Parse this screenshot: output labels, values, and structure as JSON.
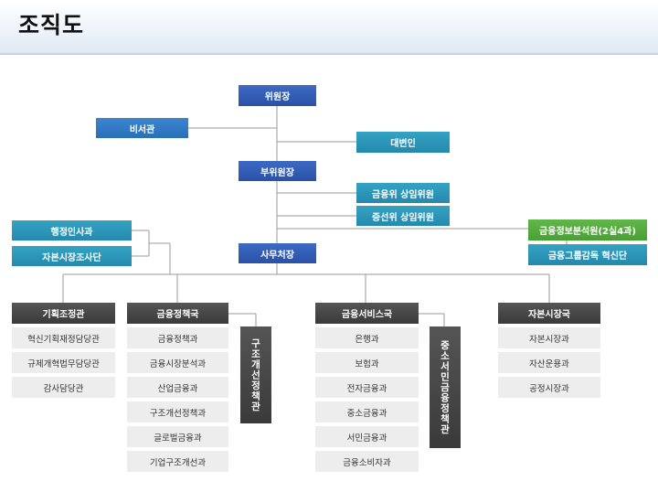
{
  "title": "조직도",
  "top": {
    "chairman": "위원장",
    "secretary": "비서관",
    "spokesperson": "대변인",
    "vice_chairman": "부위원장",
    "fsc_commissioner": "금융위 상임위원",
    "sfc_commissioner": "증선위 상임위원",
    "fiu": "금융정보분석원(2실4과)",
    "group_supervision": "금융그룹감독 혁신단",
    "audit": "행정인사과",
    "capital_investigation": "자본시장조사단",
    "secretary_general": "사무처장"
  },
  "bureaus": [
    {
      "name": "기획조정관",
      "units": [
        "혁신기획재정담당관",
        "규제개혁법무담당관",
        "감사담당관"
      ]
    },
    {
      "name": "금융정책국",
      "units": [
        "금융정책과",
        "금융시장분석과",
        "산업금융과",
        "구조개선정책과",
        "글로벌금융과",
        "기업구조개선과"
      ]
    },
    {
      "name": "금융서비스국",
      "units": [
        "은행과",
        "보험과",
        "전자금융과",
        "중소금융과",
        "서민금융과",
        "금융소비자과"
      ]
    },
    {
      "name": "자본시장국",
      "units": [
        "자본시장과",
        "자산운용과",
        "공정시장과"
      ]
    }
  ],
  "vertical_units": {
    "restructuring": "구조개선정책관",
    "microfinance": "중소서민금융정책관"
  },
  "colors": {
    "navy": "#2a51a6",
    "blue": "#2a6fb8",
    "teal": "#2589ad",
    "green": "#48a035",
    "dark": "#3a3a3a",
    "sub_bg": "#ededed"
  }
}
